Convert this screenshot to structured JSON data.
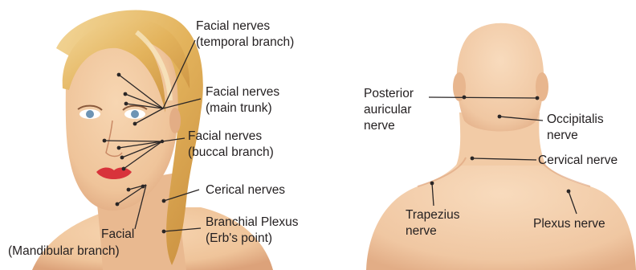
{
  "face_labels": {
    "temporal": [
      "Facial nerves",
      "(temporal branch)"
    ],
    "main_trunk": [
      "Facial nerves",
      "(main trunk)"
    ],
    "buccal": [
      "Facial nerves",
      "(buccal branch)"
    ],
    "cervical": "Cerical nerves",
    "brachial": [
      "Branchial Plexus",
      "(Erb's point)"
    ],
    "mandibular": [
      "Facial",
      "(Mandibular branch)"
    ]
  },
  "back_labels": {
    "posterior_auricular": [
      "Posterior",
      "auricular",
      "nerve"
    ],
    "occipitalis": [
      "Occipitalis",
      "nerve"
    ],
    "cervical": "Cervical nerve",
    "trapezius": [
      "Trapezius",
      "nerve"
    ],
    "plexus": "Plexus nerve"
  },
  "colors": {
    "skin": "#efc49a",
    "skin_shadow": "#d9a078",
    "hair": "#e2b35a",
    "hair_light": "#f4dca0",
    "lips": "#d8333b",
    "eyes": "#6e94b4",
    "ink": "#231f20"
  }
}
